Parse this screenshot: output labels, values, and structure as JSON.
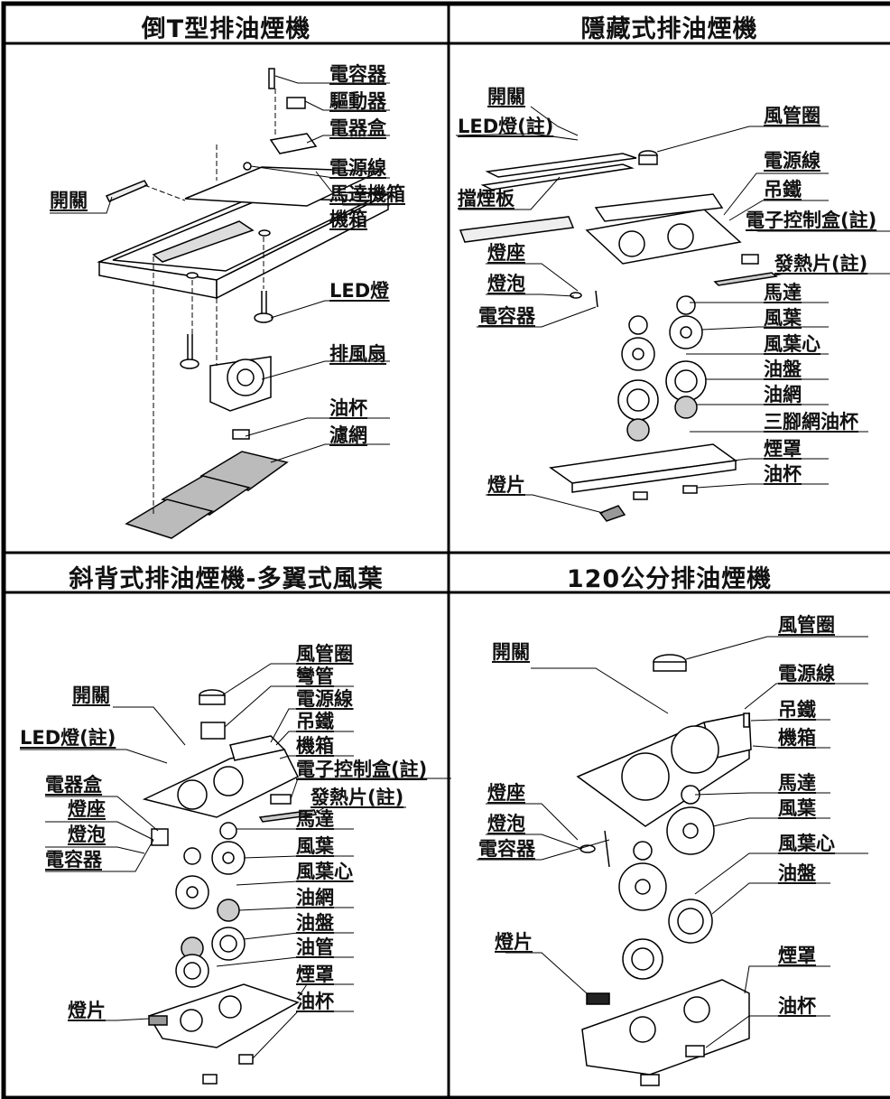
{
  "panels": [
    {
      "title": "倒T型排油煙機",
      "labels": [
        "電容器",
        "驅動器",
        "電器盒",
        "電源線",
        "馬達機箱",
        "機箱",
        "開關",
        "LED燈",
        "排風扇",
        "油杯",
        "濾網"
      ]
    },
    {
      "title": "隱藏式排油煙機",
      "labels": [
        "開關",
        "LED燈(註)",
        "風管圈",
        "電源線",
        "吊鐵",
        "擋煙板",
        "電子控制盒(註)",
        "燈座",
        "發熱片(註)",
        "燈泡",
        "馬達",
        "電容器",
        "風葉",
        "風葉心",
        "油盤",
        "油網",
        "三腳網油杯",
        "煙罩",
        "油杯",
        "燈片"
      ]
    },
    {
      "title": "斜背式排油煙機-多翼式風葉",
      "labels": [
        "風管圈",
        "彎管",
        "開關",
        "電源線",
        "吊鐵",
        "LED燈(註)",
        "機箱",
        "電器盒",
        "電子控制盒(註)",
        "燈座",
        "發熱片(註)",
        "燈泡",
        "馬達",
        "風葉",
        "電容器",
        "風葉心",
        "油網",
        "油盤",
        "油管",
        "煙罩",
        "燈片",
        "油杯"
      ]
    },
    {
      "title": "120公分排油煙機",
      "labels": [
        "風管圈",
        "開關",
        "電源線",
        "吊鐵",
        "機箱",
        "燈座",
        "馬達",
        "燈泡",
        "風葉",
        "電容器",
        "風葉心",
        "油盤",
        "燈片",
        "煙罩",
        "油杯"
      ]
    }
  ]
}
